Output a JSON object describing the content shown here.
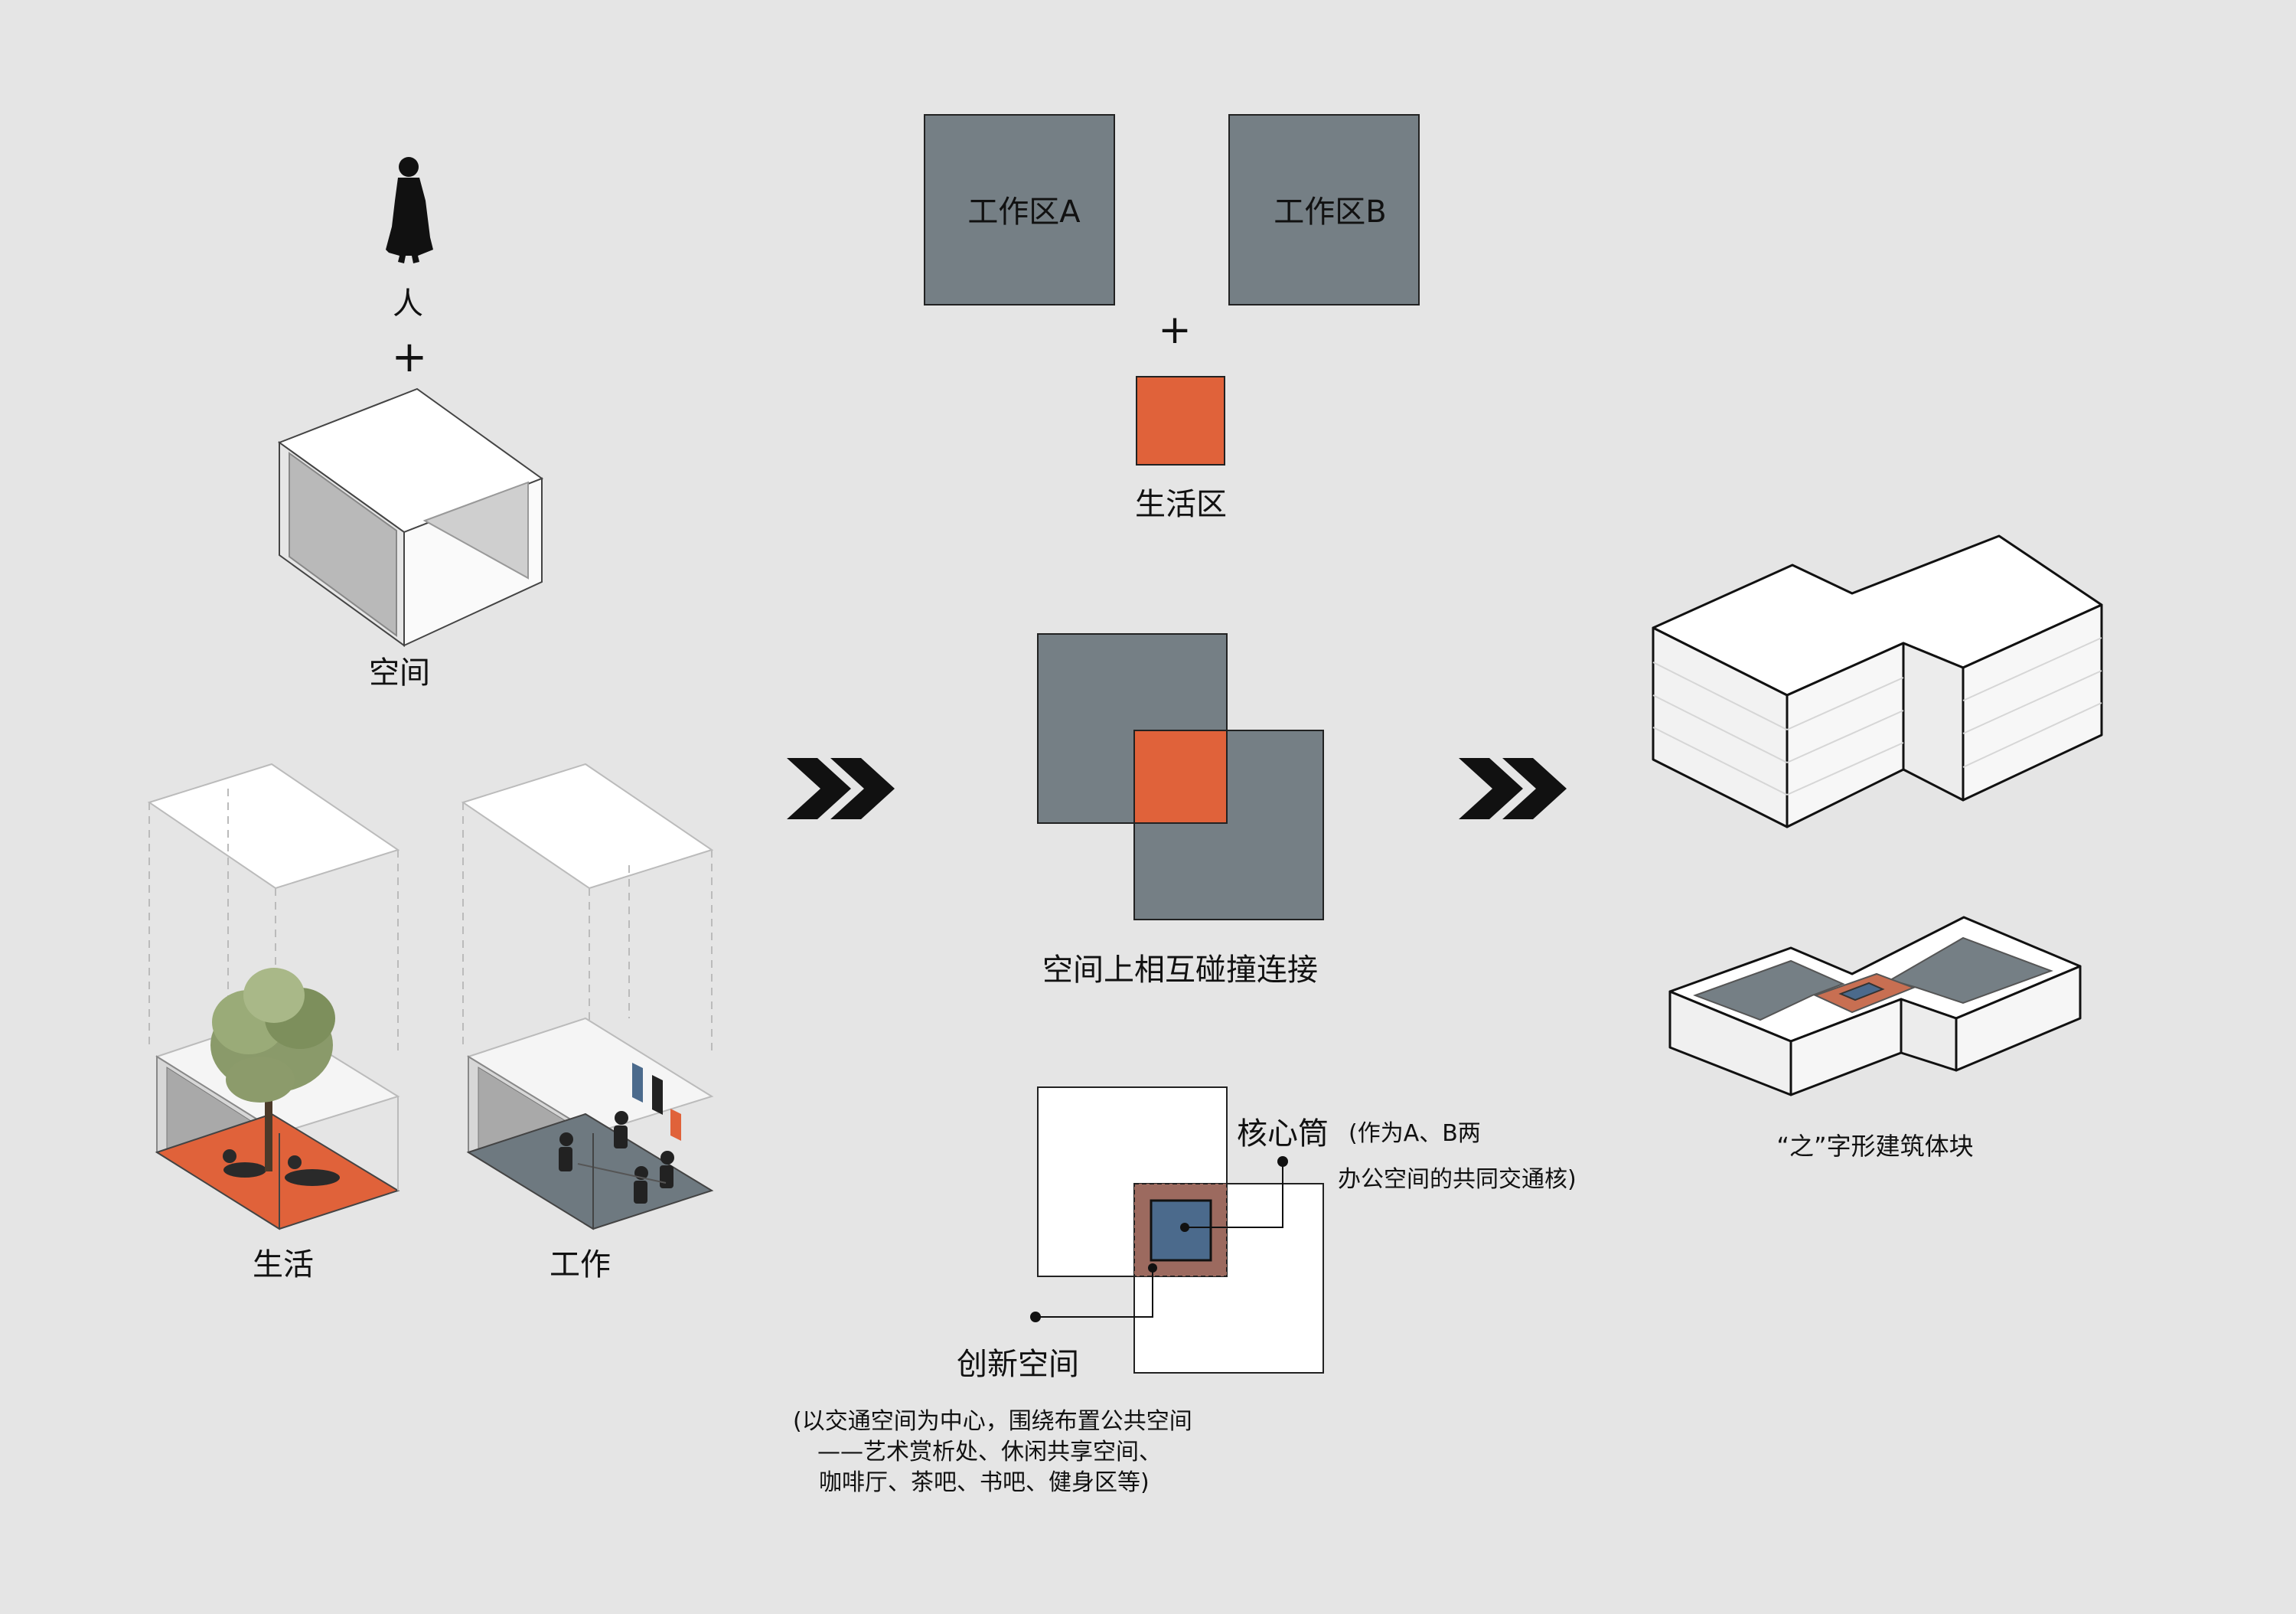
{
  "person": {
    "label": "人",
    "plus": "+"
  },
  "space": {
    "label": "空间"
  },
  "modules": {
    "living_label": "生活",
    "work_label": "工作"
  },
  "zones": {
    "work_a_label": "工作区A",
    "work_b_label": "工作区B",
    "plus": "+",
    "living_label": "生活区"
  },
  "collision": {
    "label": "空间上相互碰撞连接"
  },
  "core": {
    "title": "核心筒",
    "note_line1": "(作为A、B两",
    "note_line2": "办公空间的共同交通核)"
  },
  "innovation": {
    "title": "创新空间",
    "note_line1": "(以交通空间为中心，围绕布置公共空间",
    "note_line2": "——艺术赏析处、休闲共享空间、",
    "note_line3": "咖啡厅、茶吧、书吧、健身区等)"
  },
  "building": {
    "label": "“之”字形建筑体块"
  },
  "colors": {
    "background": "#e5e5e5",
    "work_gray": "#757f85",
    "living_orange": "#e0623a",
    "core_blue": "#4b6a8c",
    "core_brown": "#9c6a5f"
  },
  "icons": [
    "person-silhouette-icon",
    "double-chevron-arrow-icon",
    "tree-icon"
  ]
}
